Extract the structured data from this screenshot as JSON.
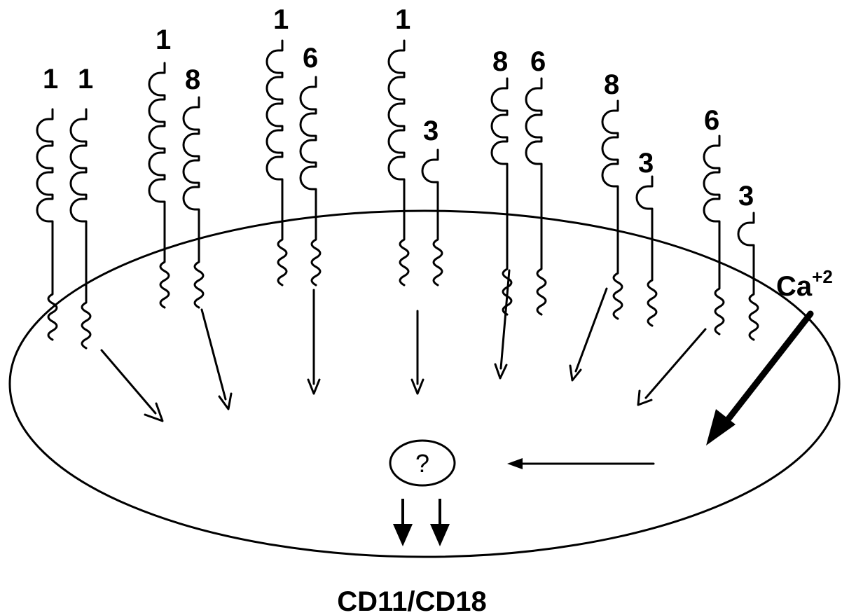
{
  "diagram": {
    "receptor_pairs": [
      {
        "left_label": "1",
        "right_label": "1"
      },
      {
        "left_label": "1",
        "right_label": "8"
      },
      {
        "left_label": "1",
        "right_label": "6"
      },
      {
        "left_label": "1",
        "right_label": "3"
      },
      {
        "left_label": "8",
        "right_label": "6"
      },
      {
        "left_label": "8",
        "right_label": "3"
      },
      {
        "left_label": "6",
        "right_label": "3"
      }
    ],
    "calcium_label": "Ca",
    "calcium_charge": "+2",
    "unknown_node_label": "?",
    "output_label": "CD11/CD18"
  }
}
